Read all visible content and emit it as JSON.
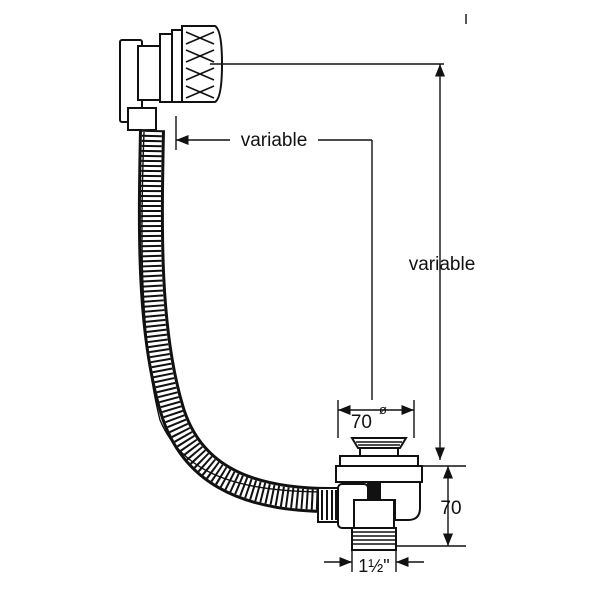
{
  "labels": {
    "horizontal_offset": "variable",
    "vertical_offset": "variable",
    "drain_diameter": "70",
    "diameter_symbol": "ø",
    "height": "70",
    "thread": "1½\""
  },
  "colors": {
    "ink": "#111111",
    "background": "#ffffff"
  },
  "icons": [
    "overflow-rosette-icon",
    "flexible-hose-icon",
    "waste-plug-icon",
    "trap-body-icon"
  ]
}
